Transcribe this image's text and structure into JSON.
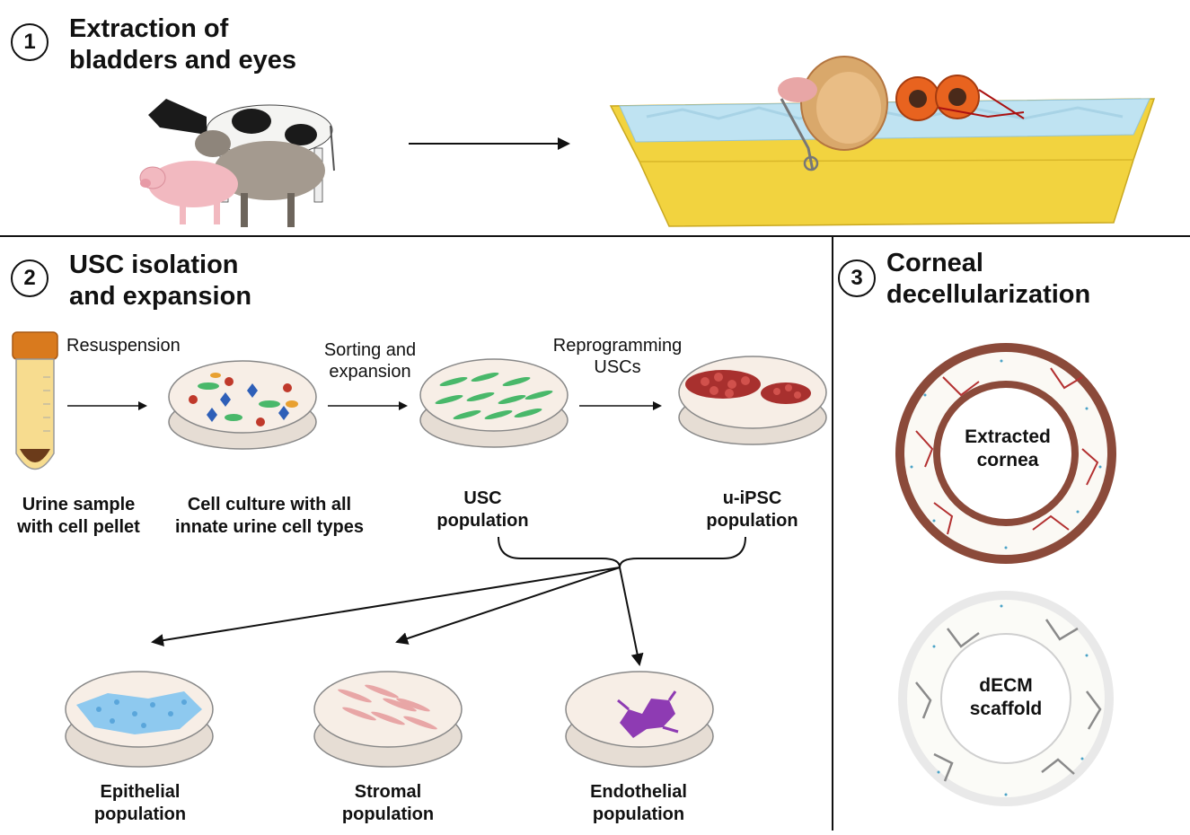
{
  "sections": {
    "extraction": {
      "number": "1",
      "title": [
        "Extraction of",
        "bladders and eyes"
      ]
    },
    "usc": {
      "number": "2",
      "title": [
        "USC isolation",
        "and expansion"
      ]
    },
    "corneal": {
      "number": "3",
      "title": [
        "Corneal",
        "decellularization"
      ]
    }
  },
  "steps": {
    "resuspension": "Resuspension",
    "sorting": [
      "Sorting and",
      "expansion"
    ],
    "reprogramming": [
      "Reprogramming",
      "USCs"
    ]
  },
  "labels": {
    "urine": [
      "Urine sample",
      "with cell pellet"
    ],
    "culture": [
      "Cell culture with all",
      "innate urine cell types"
    ],
    "usc_pop": [
      "USC",
      "population"
    ],
    "ipsc_pop": [
      "u-iPSC",
      "population"
    ],
    "epithelial": [
      "Epithelial",
      "population"
    ],
    "stromal": [
      "Stromal",
      "population"
    ],
    "endothelial": [
      "Endothelial",
      "population"
    ]
  },
  "cornea": {
    "extracted": [
      "Extracted",
      "cornea"
    ],
    "scaffold": [
      "dECM",
      "scaffold"
    ]
  },
  "colors": {
    "tray": "#f2d33f",
    "ice": "#bfe3f2",
    "eye": "#e8631f",
    "green_cells": "#49b86a",
    "red_cells": "#b33a3a",
    "blue_cells": "#8ec9ef",
    "pink_cells": "#e8a6a6",
    "purple_cells": "#8e3bb3",
    "cornea_ring": "#8b4a3a"
  }
}
